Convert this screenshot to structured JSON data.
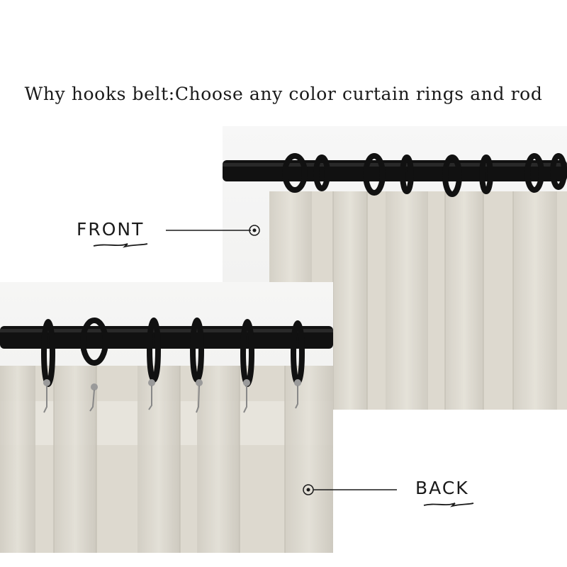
{
  "headline": "Why hooks belt:Choose any color curtain rings and rod",
  "callouts": {
    "front": {
      "label": "FRONT"
    },
    "back": {
      "label": "BACK"
    }
  },
  "colors": {
    "background": "#ffffff",
    "rod": "#111111",
    "fabric": "#ddd9cf",
    "text": "#1a1a1a"
  },
  "images": {
    "front": {
      "description_icon": "curtain-front-photo"
    },
    "back": {
      "description_icon": "curtain-back-photo"
    }
  }
}
